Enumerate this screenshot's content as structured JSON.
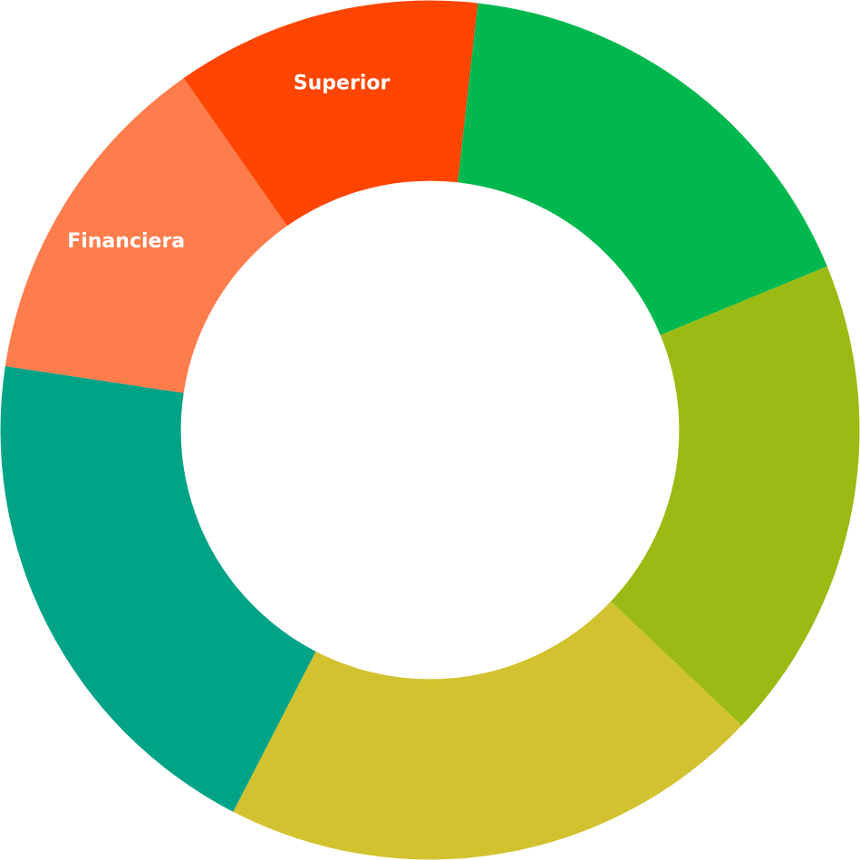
{
  "chart_data": {
    "type": "pie",
    "variant": "donut",
    "title": "",
    "segments": [
      {
        "label": "Superior",
        "value": 0.115,
        "color": "#FF4500"
      },
      {
        "label": "",
        "value": 0.17,
        "color": "#00B84E"
      },
      {
        "label": "",
        "value": 0.183,
        "color": "#9BBB14"
      },
      {
        "label": "",
        "value": 0.205,
        "color": "#D2C22F"
      },
      {
        "label": "",
        "value": 0.198,
        "color": "#00A386"
      },
      {
        "label": "Financiera",
        "value": 0.129,
        "color": "#FF7C4C"
      }
    ],
    "start_angle_deg": -35,
    "inner_radius_ratio": 0.58,
    "legend": "none"
  }
}
